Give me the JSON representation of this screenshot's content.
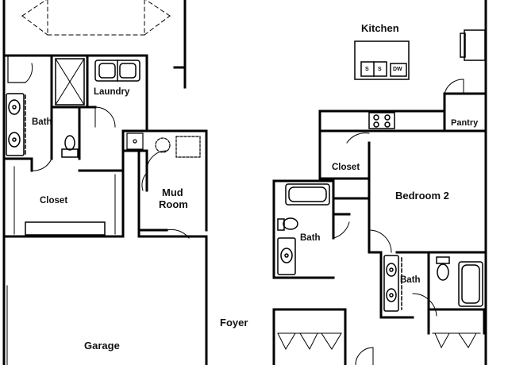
{
  "floor_plan": {
    "rooms": {
      "kitchen": "Kitchen",
      "laundry": "Laundry",
      "bath_left": "Bath",
      "closet_left": "Closet",
      "mud_room_line1": "Mud",
      "mud_room_line2": "Room",
      "garage": "Garage",
      "foyer": "Foyer",
      "pantry": "Pantry",
      "closet_right": "Closet",
      "bedroom_2": "Bedroom 2",
      "bath_middle": "Bath",
      "bath_right": "Bath"
    },
    "appliances": {
      "sink_a": "S",
      "sink_b": "S",
      "dishwasher": "DW"
    }
  }
}
